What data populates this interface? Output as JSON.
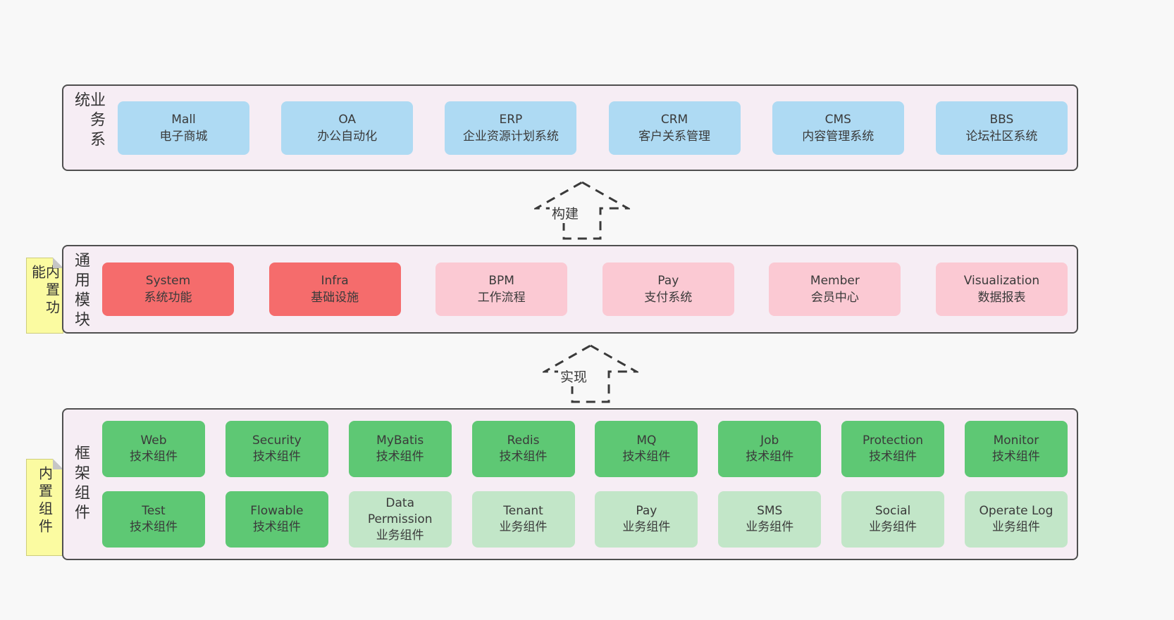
{
  "colors": {
    "page_bg": "#f8f8f8",
    "panel_bg": "#f6edf4",
    "panel_border": "#4f4f4f",
    "box_blue": "#aedaf3",
    "box_red": "#f56c6c",
    "box_pink": "#fbc9d3",
    "box_green": "#5ec874",
    "box_green_light": "#c2e6c8",
    "sticky_yellow": "#fbfba1",
    "text": "#3a3a3a"
  },
  "arrows": [
    {
      "label": "构建"
    },
    {
      "label": "实现"
    }
  ],
  "sections": [
    {
      "label": "业务系统",
      "boxes": [
        {
          "title": "Mall",
          "subtitle": "电子商城",
          "variant": "blue"
        },
        {
          "title": "OA",
          "subtitle": "办公自动化",
          "variant": "blue"
        },
        {
          "title": "ERP",
          "subtitle": "企业资源计划系统",
          "variant": "blue"
        },
        {
          "title": "CRM",
          "subtitle": "客户关系管理",
          "variant": "blue"
        },
        {
          "title": "CMS",
          "subtitle": "内容管理系统",
          "variant": "blue"
        },
        {
          "title": "BBS",
          "subtitle": "论坛社区系统",
          "variant": "blue"
        }
      ]
    },
    {
      "label": "通用模块",
      "sticky": "内置功能",
      "boxes": [
        {
          "title": "System",
          "subtitle": "系统功能",
          "variant": "red"
        },
        {
          "title": "Infra",
          "subtitle": "基础设施",
          "variant": "red"
        },
        {
          "title": "BPM",
          "subtitle": "工作流程",
          "variant": "pink"
        },
        {
          "title": "Pay",
          "subtitle": "支付系统",
          "variant": "pink"
        },
        {
          "title": "Member",
          "subtitle": "会员中心",
          "variant": "pink"
        },
        {
          "title": "Visualization",
          "subtitle": "数据报表",
          "variant": "pink"
        }
      ]
    },
    {
      "label": "框架组件",
      "sticky": "内置组件",
      "row1": [
        {
          "title": "Web",
          "subtitle": "技术组件",
          "variant": "green"
        },
        {
          "title": "Security",
          "subtitle": "技术组件",
          "variant": "green"
        },
        {
          "title": "MyBatis",
          "subtitle": "技术组件",
          "variant": "green"
        },
        {
          "title": "Redis",
          "subtitle": "技术组件",
          "variant": "green"
        },
        {
          "title": "MQ",
          "subtitle": "技术组件",
          "variant": "green"
        },
        {
          "title": "Job",
          "subtitle": "技术组件",
          "variant": "green"
        },
        {
          "title": "Protection",
          "subtitle": "技术组件",
          "variant": "green"
        },
        {
          "title": "Monitor",
          "subtitle": "技术组件",
          "variant": "green"
        }
      ],
      "row2": [
        {
          "title": "Test",
          "subtitle": "技术组件",
          "variant": "green"
        },
        {
          "title": "Flowable",
          "subtitle": "技术组件",
          "variant": "green"
        },
        {
          "title": "Data Permission",
          "subtitle": "业务组件",
          "variant": "green-light"
        },
        {
          "title": "Tenant",
          "subtitle": "业务组件",
          "variant": "green-light"
        },
        {
          "title": "Pay",
          "subtitle": "业务组件",
          "variant": "green-light"
        },
        {
          "title": "SMS",
          "subtitle": "业务组件",
          "variant": "green-light"
        },
        {
          "title": "Social",
          "subtitle": "业务组件",
          "variant": "green-light"
        },
        {
          "title": "Operate Log",
          "subtitle": "业务组件",
          "variant": "green-light"
        }
      ]
    }
  ]
}
